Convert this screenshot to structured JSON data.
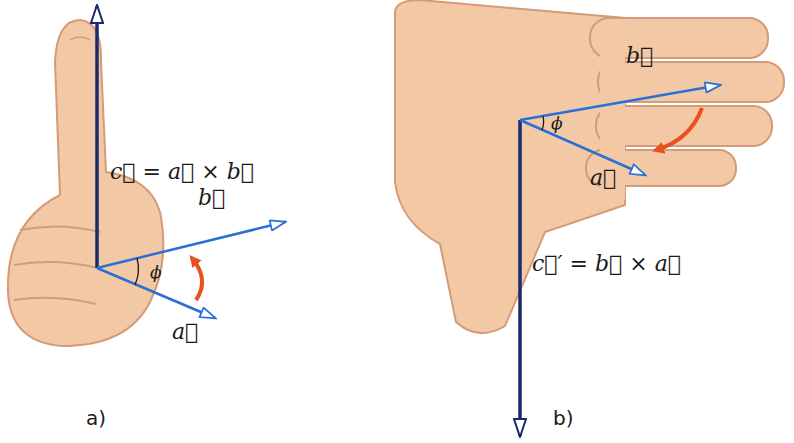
{
  "diagram": {
    "labels": [
      "c⃗ = a⃗ × b⃗",
      "b⃗",
      "ϕ",
      "a⃗",
      "a)",
      "b⃗",
      "ϕ",
      "a⃗",
      "c⃗′ = b⃗ × a⃗",
      "b)"
    ]
  }
}
